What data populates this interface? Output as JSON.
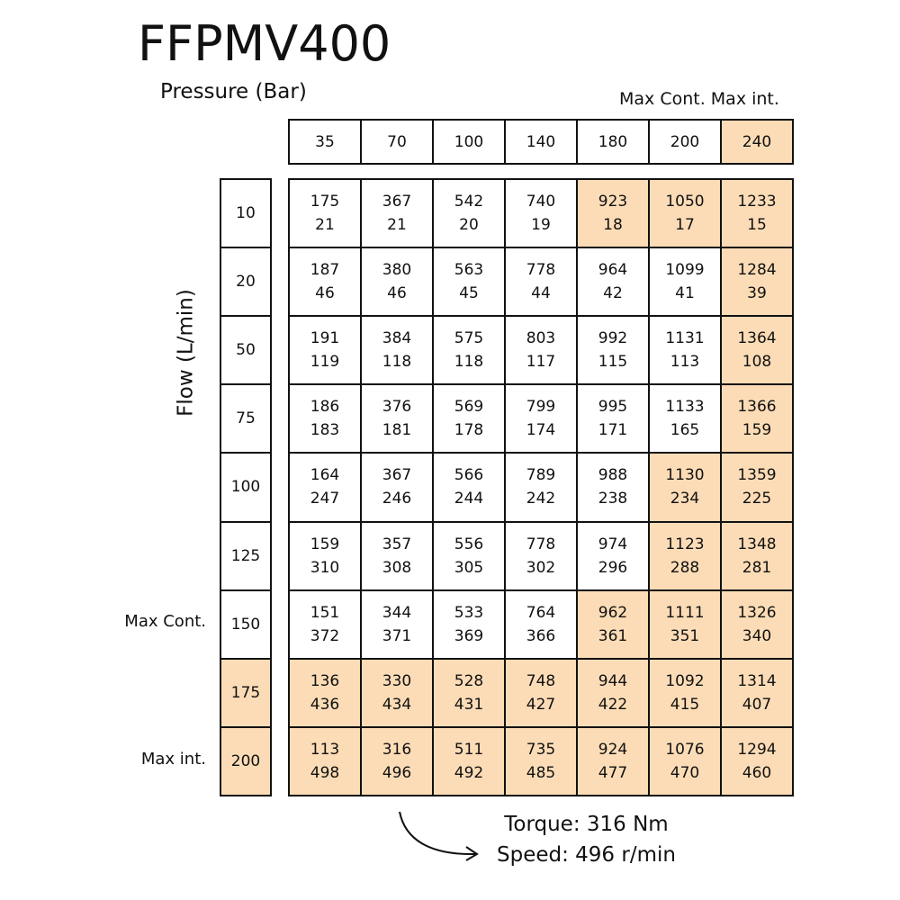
{
  "title": "FFPMV400",
  "pressure_label": "Pressure (Bar)",
  "flow_label": "Flow (L/min)",
  "header_max_labels": "Max Cont. Max int.",
  "side_max_cont": "Max Cont.",
  "side_max_int": "Max int.",
  "highlight_color": "#fcdcb6",
  "pressures": [
    {
      "value": "35",
      "hl": false
    },
    {
      "value": "70",
      "hl": false
    },
    {
      "value": "100",
      "hl": false
    },
    {
      "value": "140",
      "hl": false
    },
    {
      "value": "180",
      "hl": false
    },
    {
      "value": "200",
      "hl": false
    },
    {
      "value": "240",
      "hl": true
    }
  ],
  "rows": [
    {
      "flow": "10",
      "flow_hl": false,
      "cells": [
        {
          "t": "175",
          "s": "21",
          "hl": false
        },
        {
          "t": "367",
          "s": "21",
          "hl": false
        },
        {
          "t": "542",
          "s": "20",
          "hl": false
        },
        {
          "t": "740",
          "s": "19",
          "hl": false
        },
        {
          "t": "923",
          "s": "18",
          "hl": true
        },
        {
          "t": "1050",
          "s": "17",
          "hl": true
        },
        {
          "t": "1233",
          "s": "15",
          "hl": true
        }
      ]
    },
    {
      "flow": "20",
      "flow_hl": false,
      "cells": [
        {
          "t": "187",
          "s": "46",
          "hl": false
        },
        {
          "t": "380",
          "s": "46",
          "hl": false
        },
        {
          "t": "563",
          "s": "45",
          "hl": false
        },
        {
          "t": "778",
          "s": "44",
          "hl": false
        },
        {
          "t": "964",
          "s": "42",
          "hl": false
        },
        {
          "t": "1099",
          "s": "41",
          "hl": false
        },
        {
          "t": "1284",
          "s": "39",
          "hl": true
        }
      ]
    },
    {
      "flow": "50",
      "flow_hl": false,
      "cells": [
        {
          "t": "191",
          "s": "119",
          "hl": false
        },
        {
          "t": "384",
          "s": "118",
          "hl": false
        },
        {
          "t": "575",
          "s": "118",
          "hl": false
        },
        {
          "t": "803",
          "s": "117",
          "hl": false
        },
        {
          "t": "992",
          "s": "115",
          "hl": false
        },
        {
          "t": "1131",
          "s": "113",
          "hl": false
        },
        {
          "t": "1364",
          "s": "108",
          "hl": true
        }
      ]
    },
    {
      "flow": "75",
      "flow_hl": false,
      "cells": [
        {
          "t": "186",
          "s": "183",
          "hl": false
        },
        {
          "t": "376",
          "s": "181",
          "hl": false
        },
        {
          "t": "569",
          "s": "178",
          "hl": false
        },
        {
          "t": "799",
          "s": "174",
          "hl": false
        },
        {
          "t": "995",
          "s": "171",
          "hl": false
        },
        {
          "t": "1133",
          "s": "165",
          "hl": false
        },
        {
          "t": "1366",
          "s": "159",
          "hl": true
        }
      ]
    },
    {
      "flow": "100",
      "flow_hl": false,
      "cells": [
        {
          "t": "164",
          "s": "247",
          "hl": false
        },
        {
          "t": "367",
          "s": "246",
          "hl": false
        },
        {
          "t": "566",
          "s": "244",
          "hl": false
        },
        {
          "t": "789",
          "s": "242",
          "hl": false
        },
        {
          "t": "988",
          "s": "238",
          "hl": false
        },
        {
          "t": "1130",
          "s": "234",
          "hl": true
        },
        {
          "t": "1359",
          "s": "225",
          "hl": true
        }
      ]
    },
    {
      "flow": "125",
      "flow_hl": false,
      "cells": [
        {
          "t": "159",
          "s": "310",
          "hl": false
        },
        {
          "t": "357",
          "s": "308",
          "hl": false
        },
        {
          "t": "556",
          "s": "305",
          "hl": false
        },
        {
          "t": "778",
          "s": "302",
          "hl": false
        },
        {
          "t": "974",
          "s": "296",
          "hl": false
        },
        {
          "t": "1123",
          "s": "288",
          "hl": true
        },
        {
          "t": "1348",
          "s": "281",
          "hl": true
        }
      ]
    },
    {
      "flow": "150",
      "flow_hl": false,
      "cells": [
        {
          "t": "151",
          "s": "372",
          "hl": false
        },
        {
          "t": "344",
          "s": "371",
          "hl": false
        },
        {
          "t": "533",
          "s": "369",
          "hl": false
        },
        {
          "t": "764",
          "s": "366",
          "hl": false
        },
        {
          "t": "962",
          "s": "361",
          "hl": true
        },
        {
          "t": "1111",
          "s": "351",
          "hl": true
        },
        {
          "t": "1326",
          "s": "340",
          "hl": true
        }
      ]
    },
    {
      "flow": "175",
      "flow_hl": true,
      "cells": [
        {
          "t": "136",
          "s": "436",
          "hl": true
        },
        {
          "t": "330",
          "s": "434",
          "hl": true
        },
        {
          "t": "528",
          "s": "431",
          "hl": true
        },
        {
          "t": "748",
          "s": "427",
          "hl": true
        },
        {
          "t": "944",
          "s": "422",
          "hl": true
        },
        {
          "t": "1092",
          "s": "415",
          "hl": true
        },
        {
          "t": "1314",
          "s": "407",
          "hl": true
        }
      ]
    },
    {
      "flow": "200",
      "flow_hl": true,
      "cells": [
        {
          "t": "113",
          "s": "498",
          "hl": true
        },
        {
          "t": "316",
          "s": "496",
          "hl": true
        },
        {
          "t": "511",
          "s": "492",
          "hl": true
        },
        {
          "t": "735",
          "s": "485",
          "hl": true
        },
        {
          "t": "924",
          "s": "477",
          "hl": true
        },
        {
          "t": "1076",
          "s": "470",
          "hl": true
        },
        {
          "t": "1294",
          "s": "460",
          "hl": true
        }
      ]
    }
  ],
  "note": {
    "torque": "Torque: 316 Nm",
    "speed": "Speed: 496 r/min"
  }
}
